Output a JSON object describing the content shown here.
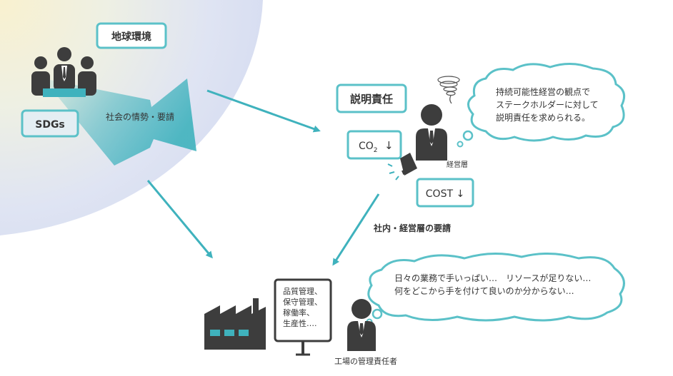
{
  "environment": {
    "global_env_label": "地球環境",
    "sdgs_label": "SDGs",
    "social_demand_label": "社会の情勢・要請"
  },
  "management": {
    "accountability_label": "説明責任",
    "co2_label": "CO",
    "co2_sub": "2",
    "co2_arrow": "↓",
    "cost_label": "COST ↓",
    "role_label": "経営層",
    "thought_lines": [
      "持続可能性経営の観点で",
      "ステークホルダーに対して",
      "説明責任を求められる。"
    ]
  },
  "internal_demand_label": "社内・経営層の要請",
  "factory": {
    "board_lines": [
      "品質管理、",
      "保守管理、",
      "稼働率、",
      "生産性…."
    ],
    "manager_label": "工場の管理責任者",
    "thought_lines": [
      "日々の業務で手いっぱい…　リソースが足りない…",
      "何をどこから手を付けて良いのか分からない…"
    ]
  },
  "colors": {
    "accent": "#3fb2bd",
    "dark_figure": "#3d3d3d",
    "box_border": "#5bc1c8"
  }
}
